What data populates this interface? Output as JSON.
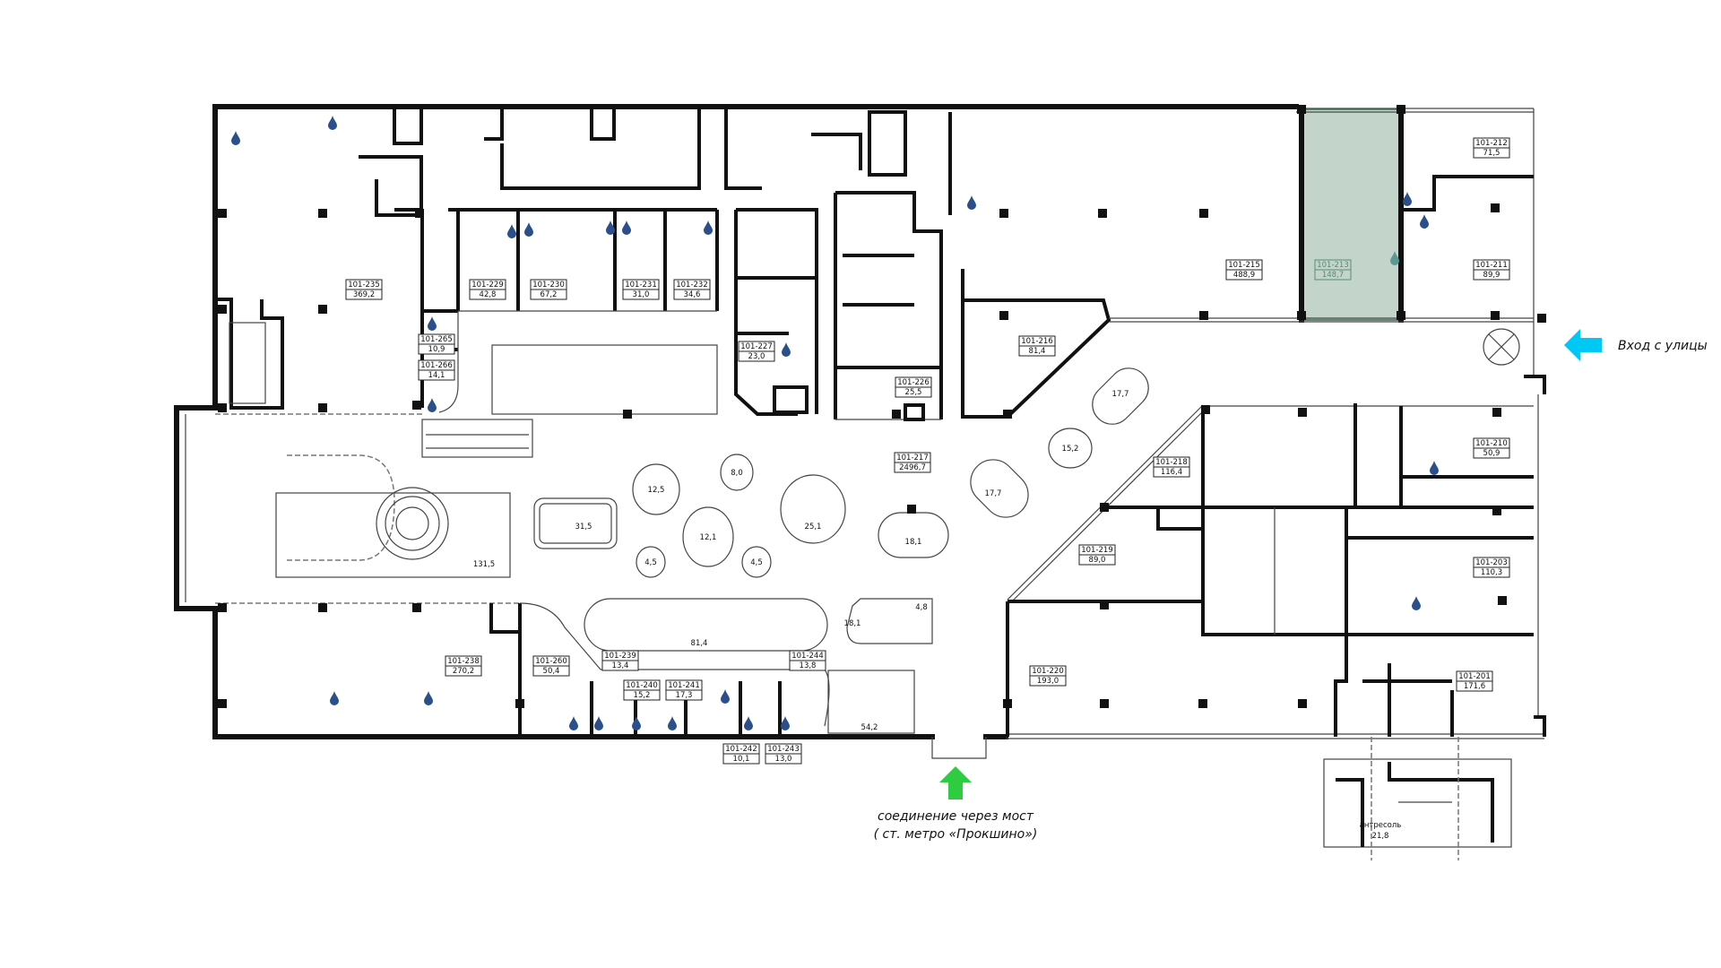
{
  "colors": {
    "wall": "#111111",
    "highlight": "#c3d5cb",
    "highlight_stroke": "#5a8a72",
    "water": "#2b4f8a",
    "water_highlight": "#5a9a92",
    "street_arrow": "#00c8f5",
    "bridge_arrow": "#2ecc40"
  },
  "rooms": [
    {
      "id": "101-235",
      "area": "369,2"
    },
    {
      "id": "101-229",
      "area": "42,8"
    },
    {
      "id": "101-230",
      "area": "67,2"
    },
    {
      "id": "101-231",
      "area": "31,0"
    },
    {
      "id": "101-232",
      "area": "34,6"
    },
    {
      "id": "101-265",
      "area": "10,9"
    },
    {
      "id": "101-266",
      "area": "14,1"
    },
    {
      "id": "101-227",
      "area": "23,0"
    },
    {
      "id": "101-226",
      "area": "25,5"
    },
    {
      "id": "101-216",
      "area": "81,4"
    },
    {
      "id": "101-215",
      "area": "488,9"
    },
    {
      "id": "101-213",
      "area": "148,7",
      "highlighted": true
    },
    {
      "id": "101-212",
      "area": "71,5"
    },
    {
      "id": "101-211",
      "area": "89,9"
    },
    {
      "id": "101-210",
      "area": "50,9"
    },
    {
      "id": "101-218",
      "area": "116,4"
    },
    {
      "id": "101-219",
      "area": "89,0"
    },
    {
      "id": "101-203",
      "area": "110,3"
    },
    {
      "id": "101-201",
      "area": "171,6"
    },
    {
      "id": "101-220",
      "area": "193,0"
    },
    {
      "id": "101-217",
      "area": "2496,7"
    },
    {
      "id": "101-238",
      "area": "270,2"
    },
    {
      "id": "101-260",
      "area": "50,4"
    },
    {
      "id": "101-239",
      "area": "13,4"
    },
    {
      "id": "101-240",
      "area": "15,2"
    },
    {
      "id": "101-241",
      "area": "17,3"
    },
    {
      "id": "101-244",
      "area": "13,8"
    },
    {
      "id": "101-242",
      "area": "10,1"
    },
    {
      "id": "101-243",
      "area": "13,0"
    }
  ],
  "zones": [
    "131,5",
    "31,5",
    "12,5",
    "8,0",
    "12,1",
    "4,5",
    "4,5",
    "25,1",
    "18,1",
    "17,7",
    "15,2",
    "17,7",
    "81,4",
    "18,1",
    "4,8",
    "54,2"
  ],
  "mezzanine": {
    "label": "антресоль",
    "area": "21,8"
  },
  "street_entrance": {
    "label": "Вход с улицы",
    "icon": "arrow-left-icon"
  },
  "bridge": {
    "line1": "соединение через мост",
    "line2": "( ст. метро «Прокшино»)",
    "icon": "arrow-up-icon"
  }
}
